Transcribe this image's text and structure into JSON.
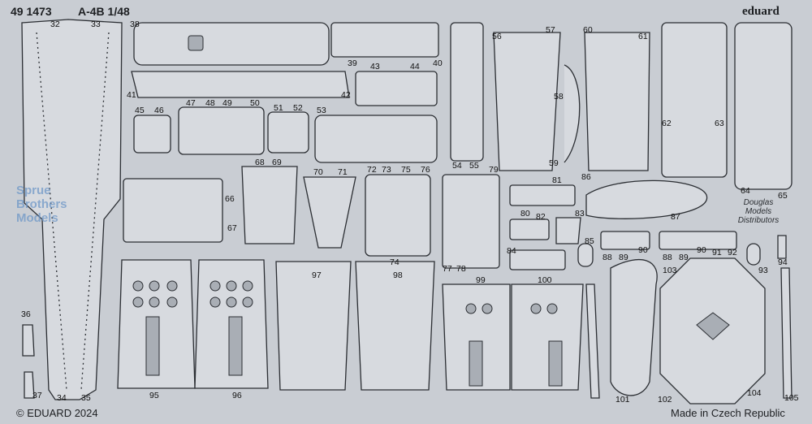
{
  "header": {
    "code": "49 1473",
    "title": "A-4B 1/48"
  },
  "brand": "eduard",
  "footer": {
    "copyright": "© EDUARD 2024",
    "origin": "Made in Czech Republic"
  },
  "watermarks": {
    "sprue_brothers": [
      "Sprue",
      "Brothers",
      "Models"
    ],
    "dmd": [
      "Douglas",
      "Models",
      "Distributors"
    ]
  },
  "part_numbers": [
    "32",
    "33",
    "38",
    "39",
    "40",
    "41",
    "42",
    "43",
    "44",
    "45",
    "46",
    "47",
    "48",
    "49",
    "50",
    "51",
    "52",
    "53",
    "54",
    "55",
    "56",
    "57",
    "58",
    "59",
    "60",
    "61",
    "62",
    "63",
    "64",
    "65",
    "66",
    "67",
    "68",
    "69",
    "70",
    "71",
    "72",
    "73",
    "74",
    "75",
    "76",
    "77",
    "78",
    "79",
    "80",
    "81",
    "82",
    "83",
    "84",
    "85",
    "86",
    "87",
    "88",
    "89",
    "90",
    "88",
    "89",
    "90",
    "91",
    "92",
    "93",
    "94",
    "95",
    "96",
    "97",
    "98",
    "99",
    "100",
    "101",
    "102",
    "103",
    "104",
    "105",
    "36",
    "37",
    "34",
    "35"
  ],
  "colors": {
    "fret": "#c9cdd3",
    "outline": "#2b2e33",
    "part": "#d7dadf"
  }
}
